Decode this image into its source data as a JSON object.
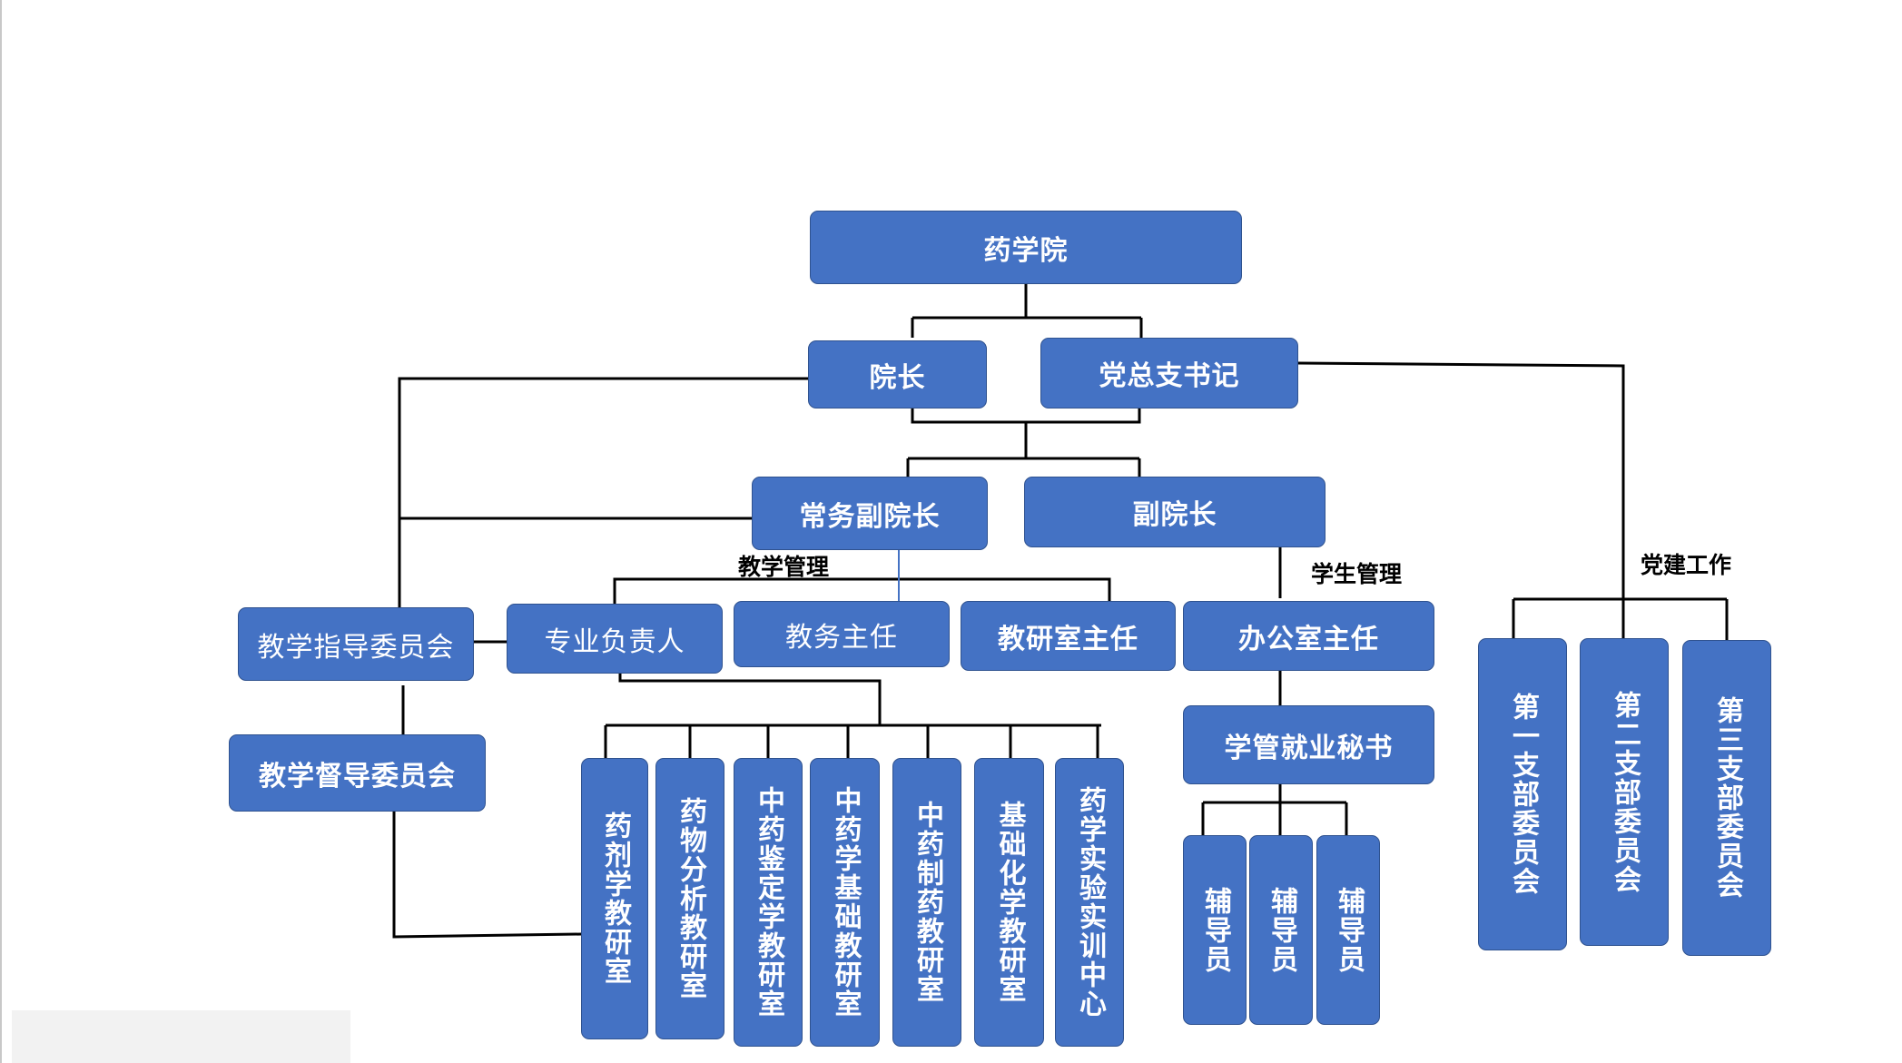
{
  "nodes": {
    "college": "药学院",
    "dean": "院长",
    "party_secretary": "党总支书记",
    "exec_vice_dean": "常务副院长",
    "vice_dean": "副院长",
    "teaching_guidance_committee": "教学指导委员会",
    "teaching_supervision_committee": "教学督导委员会",
    "program_leader": "专业负责人",
    "academic_affairs_director": "教务主任",
    "teaching_research_director": "教研室主任",
    "office_director": "办公室主任",
    "student_employment_secretary": "学管就业秘书",
    "counselors": [
      "辅导员",
      "辅导员",
      "辅导员"
    ],
    "departments": [
      "药剂学教研室",
      "药物分析教研室",
      "中药鉴定学教研室",
      "中药学基础教研室",
      "中药制药教研室",
      "基础化学教研室",
      "药学实验实训中心"
    ],
    "branch_committees": [
      "第一支部委员会",
      "第二支部委员会",
      "第三支部委员会"
    ]
  },
  "labels": {
    "teaching_management": "教学管理",
    "student_management": "学生管理",
    "party_building": "党建工作"
  },
  "colors": {
    "node_fill": "#4472c4",
    "node_border": "#2f528f",
    "node_text": "#ffffff",
    "connector": "#000000",
    "accent_link": "#4472c4"
  }
}
